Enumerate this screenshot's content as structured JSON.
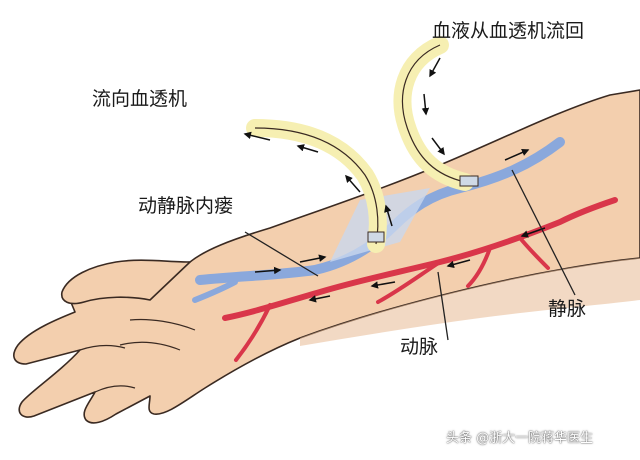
{
  "labels": {
    "return_flow": "血液从血透机流回",
    "to_machine": "流向血透机",
    "fistula": "动静脉内瘘",
    "vein": "静脉",
    "artery": "动脉"
  },
  "watermark": "头条 @浙大一院蒋华医生",
  "colors": {
    "skin": "#f3cfae",
    "skin_shade": "#e8b994",
    "outline": "#3a2a22",
    "vein": "#8aa8dc",
    "artery": "#d9364a",
    "tube": "#f6efb2"
  }
}
